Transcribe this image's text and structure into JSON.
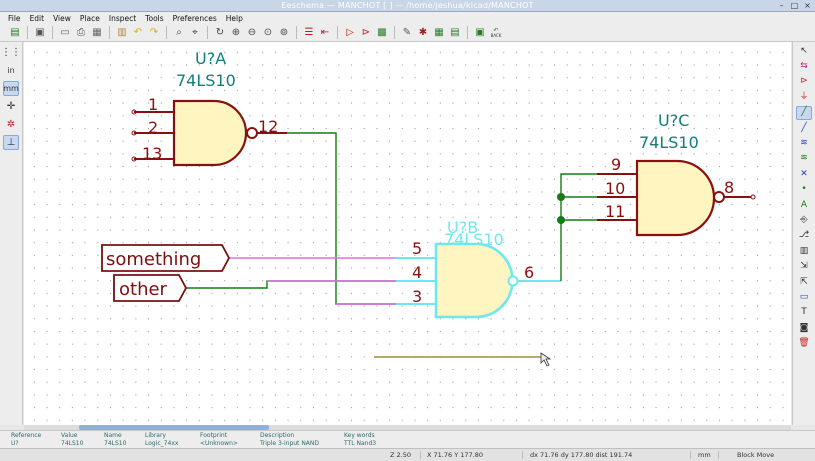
{
  "window": {
    "title": "Eeschema — MANCHOT [ ] — /home/jeshua/kicad/MANCHOT",
    "controls": [
      "–",
      "□",
      "×"
    ]
  },
  "menubar": {
    "items": [
      "File",
      "Edit",
      "View",
      "Place",
      "Inspect",
      "Tools",
      "Preferences",
      "Help"
    ]
  },
  "toolbar": {
    "icons": [
      "new-icon",
      "save-icon",
      "page-settings-icon",
      "print-icon",
      "plot-icon",
      "paste-icon",
      "undo-icon",
      "redo-icon",
      "find-icon",
      "find-replace-icon",
      "refresh-icon",
      "zoom-in-icon",
      "zoom-out-icon",
      "zoom-fit-icon",
      "zoom-selection-icon",
      "hierarchy-icon",
      "leave-sheet-icon",
      "annotate-icon",
      "erc-icon",
      "netlist-icon",
      "bom-icon",
      "symbol-editor-icon",
      "symbol-browser-icon",
      "footprint-assign-icon",
      "pcbnew-icon",
      "back-annotate-icon"
    ],
    "back_label": "BACK"
  },
  "left_toolbar": {
    "grid_label": "",
    "units_in": "in",
    "units_mm": "mm"
  },
  "right_toolbar": {
    "icons": [
      "select-icon",
      "highlight-net-icon",
      "add-symbol-icon",
      "add-power-icon",
      "add-wire-icon",
      "add-bus-icon",
      "add-bus-entry-icon",
      "add-wire-entry-icon",
      "no-connect-icon",
      "add-junction-icon",
      "add-net-label-icon",
      "add-global-label-icon",
      "add-hier-label-icon",
      "add-sheet-icon",
      "import-sheet-pin-icon",
      "add-sheet-pin-icon",
      "add-line-icon",
      "add-text-icon",
      "add-image-icon",
      "delete-icon"
    ]
  },
  "schematic": {
    "ua": {
      "ref": "U?A",
      "value": "74LS10",
      "pins": [
        "1",
        "2",
        "13"
      ],
      "out": "12"
    },
    "ub": {
      "ref": "U?B",
      "value": "74LS10",
      "pins": [
        "5",
        "4",
        "3"
      ],
      "out": "6"
    },
    "uc": {
      "ref": "U?C",
      "value": "74LS10",
      "pins": [
        "9",
        "10",
        "11"
      ],
      "out": "8"
    },
    "labels": {
      "something": "something",
      "other": "other"
    },
    "colors": {
      "component_body": "#fff5c0",
      "component_outline": "#8a1010",
      "wire": "#127d12",
      "text": "#127d7d",
      "highlight": "#6ee8ee",
      "bus_pink": "#e86ae8",
      "net_label": "#7a1010"
    }
  },
  "message_panel": {
    "reference": {
      "header": "Reference",
      "value": "U?"
    },
    "value": {
      "header": "Value",
      "value": "74LS10"
    },
    "name": {
      "header": "Name",
      "value": "74LS10"
    },
    "library": {
      "header": "Library",
      "value": "Logic_74xx"
    },
    "footprint": {
      "header": "Footprint",
      "value": "<Unknown>"
    },
    "description": {
      "header": "Description",
      "value": "Triple 3-input NAND"
    },
    "keywords": {
      "header": "Key words",
      "value": "TTL Nand3"
    }
  },
  "status": {
    "zoom": "Z 2.50",
    "xy": "X 71.76  Y 177.80",
    "dxdy": "dx 71.76  dy 177.80  dist 191.74",
    "units": "mm",
    "mode": "Block Move"
  }
}
